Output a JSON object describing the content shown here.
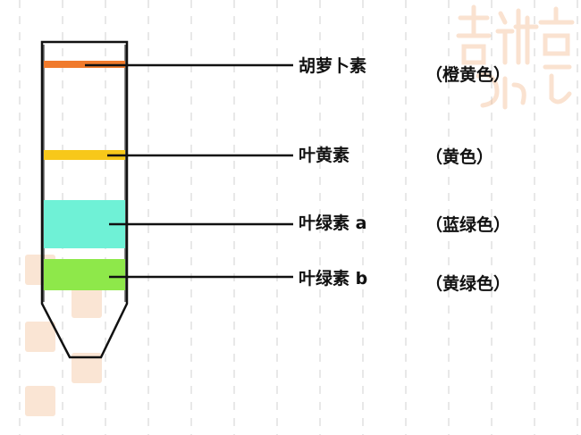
{
  "pigments": [
    {
      "name": "胡萝卜素",
      "color_text": "（橙黄色）",
      "band_color": "#f07a2c"
    },
    {
      "name": "叶黄素",
      "color_text": "（黄色）",
      "band_color": "#f7c81a"
    },
    {
      "name": "叶绿素 a",
      "color_text": "（蓝绿色）",
      "band_color": "#6ff1d6"
    },
    {
      "name": "叶绿素 b",
      "color_text": "（黄绿色）",
      "band_color": "#8ee84a"
    }
  ],
  "watermark": {
    "text": "吉祥如意"
  }
}
